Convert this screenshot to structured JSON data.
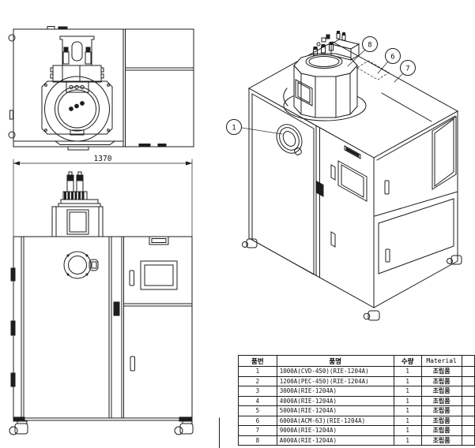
{
  "drawing": {
    "front_view": {
      "width_dimension": "1370"
    },
    "isometric_view": {
      "balloons": [
        {
          "label": "1"
        },
        {
          "label": "8"
        },
        {
          "label": "6"
        },
        {
          "label": "7"
        }
      ]
    },
    "bom_table": {
      "headers": {
        "no": "품번",
        "name": "품명",
        "qty": "수량",
        "material": "Material",
        "extra": ""
      },
      "rows": [
        {
          "no": "1",
          "name": "1000A(CVD-450)(RIE-1204A)",
          "qty": "1",
          "material": "조립품"
        },
        {
          "no": "2",
          "name": "1200A(PEC-450)(RIE-1204A)",
          "qty": "1",
          "material": "조립품"
        },
        {
          "no": "3",
          "name": "3000A(RIE-1204A)",
          "qty": "1",
          "material": "조립품"
        },
        {
          "no": "4",
          "name": "4000A(RIE-1204A)",
          "qty": "1",
          "material": "조립품"
        },
        {
          "no": "5",
          "name": "5000A(RIE-1204A)",
          "qty": "1",
          "material": "조립품"
        },
        {
          "no": "6",
          "name": "6000A(ACM-63)(RIE-1204A)",
          "qty": "1",
          "material": "조립품"
        },
        {
          "no": "7",
          "name": "9000A(RIE-1204A)",
          "qty": "1",
          "material": "조립품"
        },
        {
          "no": "8",
          "name": "A000A(RIE-1204A)",
          "qty": "1",
          "material": "조립품"
        }
      ]
    }
  }
}
